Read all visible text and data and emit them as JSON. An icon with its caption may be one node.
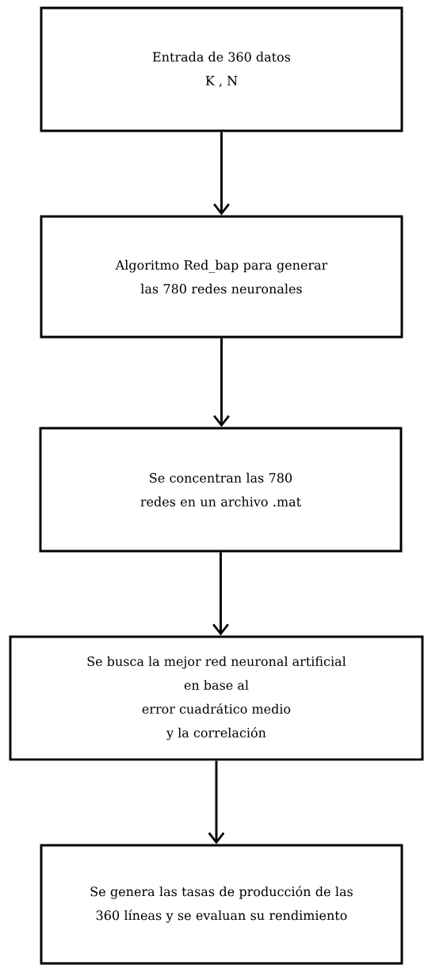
{
  "diagram": {
    "nodes": [
      {
        "text": [
          "Entrada de 360 datos",
          "K , N"
        ]
      },
      {
        "text": [
          "Algoritmo Red_bap para generar las 780 redes neuronales"
        ]
      },
      {
        "text": [
          "Se concentran las 780 redes en un archivo .mat"
        ]
      },
      {
        "text": [
          "Se busca la mejor red neuronal artificial",
          "en base al",
          "error cuadrático medio",
          "y la correlación"
        ]
      },
      {
        "text": [
          "Se genera las tasas de producción de las 360 líneas y se evaluan su rendimiento"
        ]
      }
    ],
    "edges": [
      {
        "from": 0,
        "to": 1,
        "arrow": "to"
      },
      {
        "from": 1,
        "to": 2,
        "arrow": "to"
      },
      {
        "from": 2,
        "to": 3,
        "arrow": "to"
      },
      {
        "from": 3,
        "to": 4,
        "arrow": "to"
      }
    ]
  }
}
